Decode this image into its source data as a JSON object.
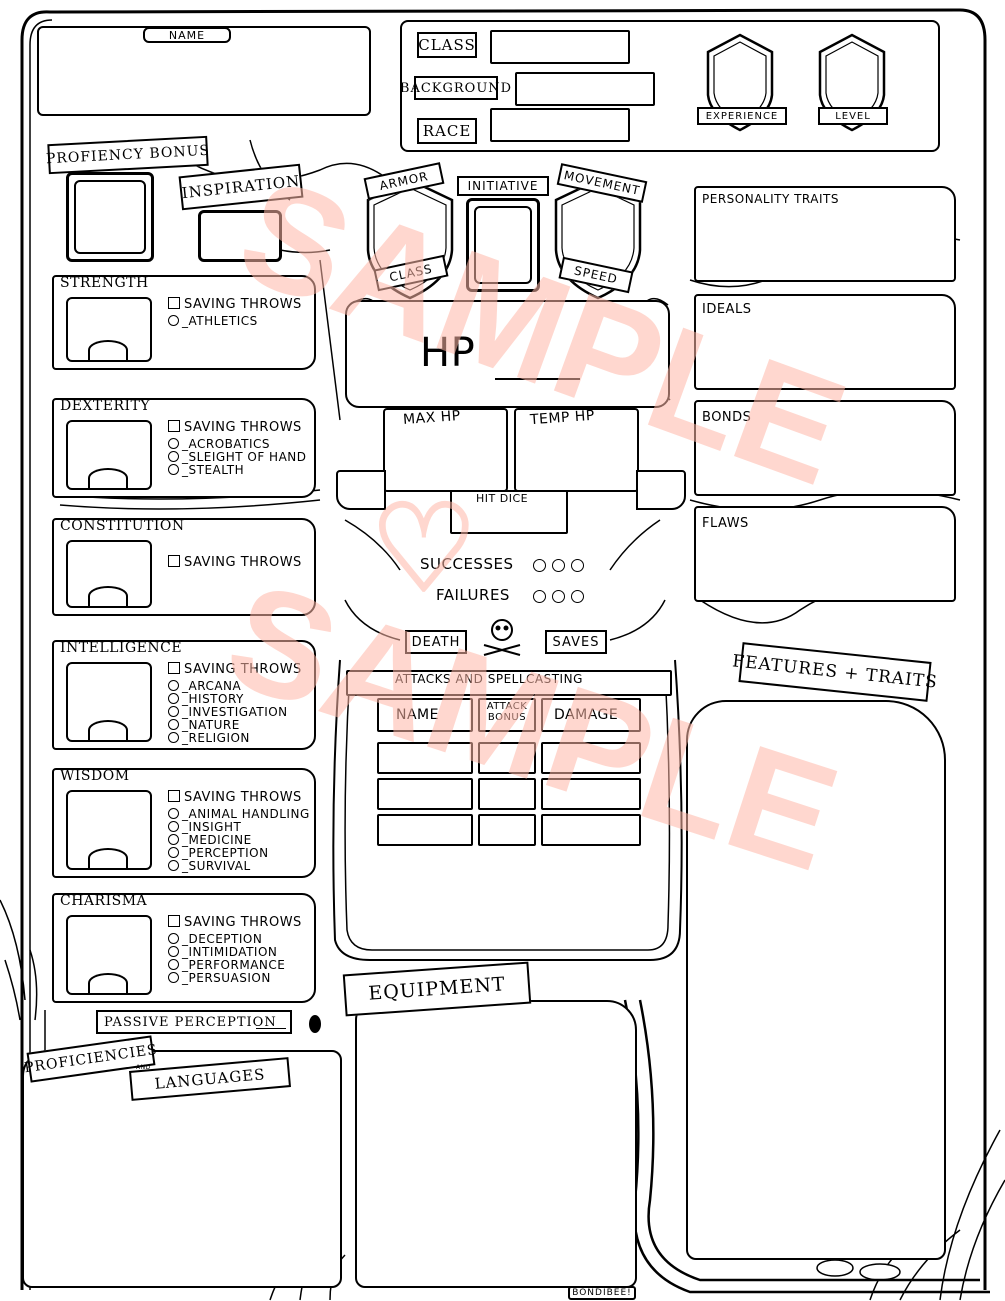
{
  "header": {
    "name_label": "NAME",
    "class_label": "CLASS",
    "background_label": "BACKGROUND",
    "race_label": "RACE",
    "experience_label": "EXPERIENCE",
    "level_label": "LEVEL"
  },
  "top_left": {
    "proficiency_label": "PROFIENCY BONUS",
    "inspiration_label": "INSPIRATION"
  },
  "combat": {
    "armor_label": "ARMOR",
    "class_label": "CLASS",
    "initiative_label": "INITIATIVE",
    "movement_label": "MOVEMENT",
    "speed_label": "SPEED",
    "hp_label": "HP",
    "max_hp_label": "MAX HP",
    "temp_hp_label": "TEMP HP",
    "hit_dice_label": "HIT DICE",
    "successes_label": "SUCCESSES",
    "failures_label": "FAILURES",
    "death_label": "DEATH",
    "saves_label": "SAVES"
  },
  "abilities": [
    {
      "name": "STRENGTH",
      "save": "SAVING THROWS",
      "skills": [
        "ATHLETICS"
      ]
    },
    {
      "name": "DEXTERITY",
      "save": "SAVING THROWS",
      "skills": [
        "ACROBATICS",
        "SLEIGHT OF HAND",
        "STEALTH"
      ]
    },
    {
      "name": "CONSTITUTION",
      "save": "SAVING THROWS",
      "skills": []
    },
    {
      "name": "INTELLIGENCE",
      "save": "SAVING THROWS",
      "skills": [
        "ARCANA",
        "HISTORY",
        "INVESTIGATION",
        "NATURE",
        "RELIGION"
      ]
    },
    {
      "name": "WISDOM",
      "save": "SAVING THROWS",
      "skills": [
        "ANIMAL HANDLING",
        "INSIGHT",
        "MEDICINE",
        "PERCEPTION",
        "SURVIVAL"
      ]
    },
    {
      "name": "CHARISMA",
      "save": "SAVING THROWS",
      "skills": [
        "DECEPTION",
        "INTIMIDATION",
        "PERFORMANCE",
        "PERSUASION"
      ]
    }
  ],
  "traits": {
    "personality_label": "PERSONALITY TRAITS",
    "ideals_label": "IDEALS",
    "bonds_label": "BONDS",
    "flaws_label": "FLAWS",
    "features_label": "FEATURES + TRAITS"
  },
  "attacks": {
    "title": "ATTACKS AND SPELLCASTING",
    "col_name": "NAME",
    "col_bonus_1": "ATTACK",
    "col_bonus_2": "BONUS",
    "col_damage": "DAMAGE"
  },
  "bottom": {
    "passive_label": "PASSIVE PERCEPTION",
    "proficiencies_label": "PROFICIENCIES",
    "and_label": "AND",
    "languages_label": "LANGUAGES",
    "equipment_label": "EQUIPMENT",
    "signature": "BONDIBEE!"
  },
  "watermark": {
    "text": "SAMPLE",
    "color": "#ffb8a8"
  }
}
